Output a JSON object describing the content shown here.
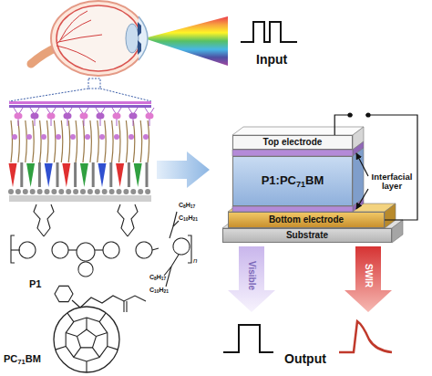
{
  "diagram": {
    "nodes": [
      {
        "text": [
          "Top electrode"
        ]
      },
      {
        "text": [
          "P1:PC71BM"
        ]
      },
      {
        "text": [
          "Bottom electrode"
        ]
      },
      {
        "text": [
          "Substrate"
        ]
      }
    ],
    "edges": [
      {
        "from": 0,
        "to": 2,
        "arrow": "none"
      }
    ],
    "labels": [
      "Input",
      "Interfacial layer",
      "Visible",
      "SWIR",
      "Output",
      "P1",
      "PC71BM",
      "C8H17",
      "C10H21",
      "C8H17",
      "C10H21",
      "n"
    ]
  }
}
